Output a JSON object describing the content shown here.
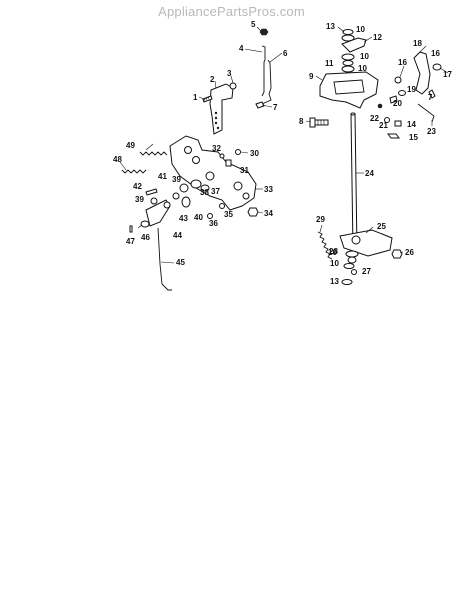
{
  "watermark": "AppliancePartsPros.com",
  "callouts": {
    "c1": "1",
    "c2": "2",
    "c3": "3",
    "c4": "4",
    "c5": "5",
    "c6": "6",
    "c7a": "7",
    "c7b": "7",
    "c8": "8",
    "c9": "9",
    "c10a": "10",
    "c10b": "10",
    "c10c": "10",
    "c10d": "10",
    "c10e": "10",
    "c11": "11",
    "c12": "12",
    "c13a": "13",
    "c13b": "13",
    "c14": "14",
    "c15": "15",
    "c16a": "16",
    "c16b": "16",
    "c17": "17",
    "c18": "18",
    "c19": "19",
    "c20": "20",
    "c21": "21",
    "c22": "22",
    "c23": "23",
    "c24": "24",
    "c25": "25",
    "c26": "26",
    "c27": "27",
    "c28": "28",
    "c29": "29",
    "c30": "30",
    "c31": "31",
    "c32": "32",
    "c33": "33",
    "c34": "34",
    "c35": "35",
    "c36": "36",
    "c37": "37",
    "c38": "38",
    "c39a": "39",
    "c39b": "39",
    "c40": "40",
    "c41": "41",
    "c42": "42",
    "c43": "43",
    "c44": "44",
    "c45": "45",
    "c46": "46",
    "c47": "47",
    "c48": "48",
    "c49": "49"
  }
}
